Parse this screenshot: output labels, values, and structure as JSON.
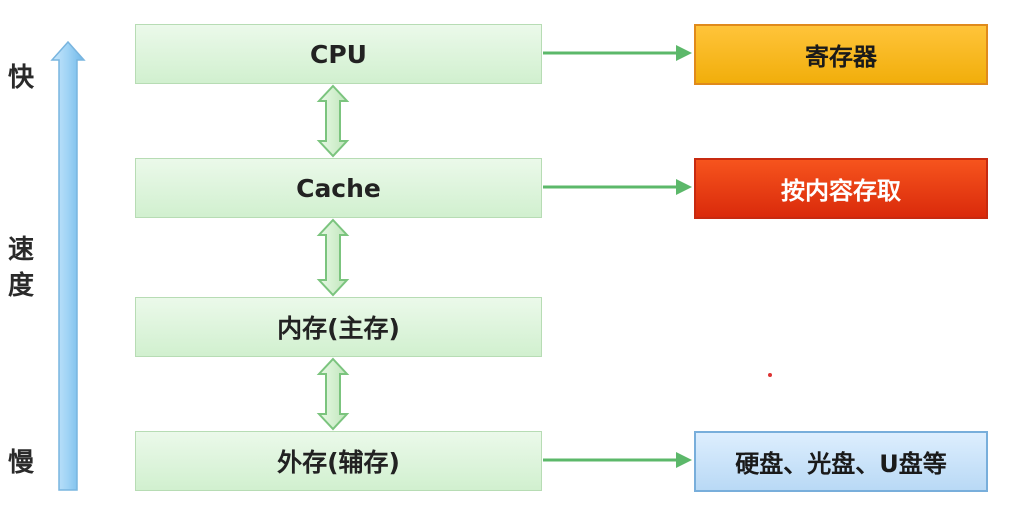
{
  "speed_axis": {
    "fast": "快",
    "speed": "速度",
    "slow": "慢"
  },
  "levels": [
    {
      "label": "CPU"
    },
    {
      "label": "Cache"
    },
    {
      "label": "内存(主存)"
    },
    {
      "label": "外存(辅存)"
    }
  ],
  "side_boxes": {
    "register": "寄存器",
    "content_access": "按内容存取",
    "external_media": "硬盘、光盘、U盘等"
  },
  "colors": {
    "level_fill": "#dcf4da",
    "level_border": "#b7dcb4",
    "link_arrow": "#5cb86a",
    "speed_arrow": "#9dd0f2",
    "register_fill": "#f6b61f",
    "content_fill": "#e83a12",
    "media_fill": "#cbe4f8"
  },
  "icons": {
    "speed_arrow": "up-arrow-icon",
    "level_links": "double-arrow-icon",
    "side_links": "right-arrow-icon"
  }
}
